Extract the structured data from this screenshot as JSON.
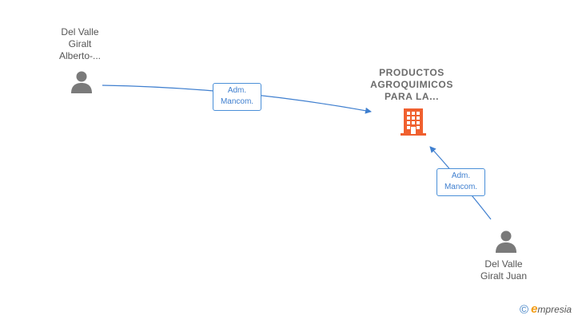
{
  "nodes": {
    "person_1": {
      "lines": [
        "Del Valle",
        "Giralt",
        "Alberto-..."
      ]
    },
    "company": {
      "lines": [
        "PRODUCTOS",
        "AGROQUIMICOS",
        "PARA LA..."
      ]
    },
    "person_2": {
      "lines": [
        "Del Valle",
        "Giralt Juan"
      ]
    }
  },
  "edges": {
    "edge_1": {
      "label_lines": [
        "Adm.",
        "Mancom."
      ]
    },
    "edge_2": {
      "label_lines": [
        "Adm.",
        "Mancom."
      ]
    }
  },
  "colors": {
    "edge": "#3f7fcf",
    "person_icon": "#7a7a7a",
    "company_icon": "#f0602f"
  },
  "icons": {
    "person": "person-icon",
    "company": "building-icon"
  },
  "brand": {
    "copyright_symbol": "©",
    "e": "e",
    "rest": "mpresia"
  }
}
